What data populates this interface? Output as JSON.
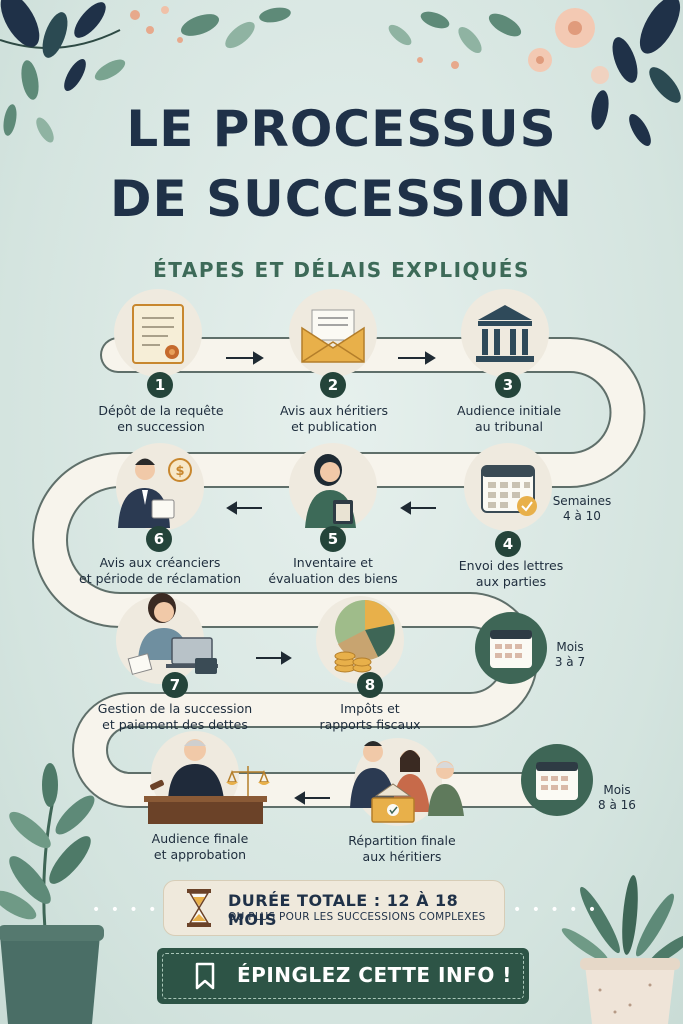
{
  "title_line1": "LE PROCESSUS",
  "title_line2": "DE SUCCESSION",
  "subtitle": "ÉTAPES ET DÉLAIS EXPLIQUÉS",
  "steps": [
    {
      "number": "1",
      "line1": "Dépôt de la requête",
      "line2": "en succession",
      "icon": "document-seal-icon"
    },
    {
      "number": "2",
      "line1": "Avis aux héritiers",
      "line2": "et publication",
      "icon": "envelope-letter-icon"
    },
    {
      "number": "3",
      "line1": "Audience initiale",
      "line2": "au tribunal",
      "icon": "courthouse-icon"
    },
    {
      "number": "4",
      "line1": "Envoi des lettres",
      "line2": "aux parties",
      "icon": "calendar-check-icon"
    },
    {
      "number": "5",
      "line1": "Inventaire et",
      "line2": "évaluation des biens",
      "icon": "woman-clipboard-icon"
    },
    {
      "number": "6",
      "line1": "Avis aux créanciers",
      "line2": "et période de réclamation",
      "icon": "man-money-icon"
    },
    {
      "number": "7",
      "line1": "Gestion de la succession",
      "line2": "et paiement des dettes",
      "icon": "woman-laptop-icon"
    },
    {
      "number": "8",
      "line1": "Impôts et",
      "line2": "rapports fiscaux",
      "icon": "pie-chart-coins-icon"
    },
    {
      "number": "",
      "line1": "Répartition finale",
      "line2": "aux héritiers",
      "icon": "family-house-icon"
    },
    {
      "number": "",
      "line1": "Audience finale",
      "line2": "et approbation",
      "icon": "judge-scales-icon"
    }
  ],
  "durations": [
    {
      "line1": "Semaines",
      "line2": "4 à 10"
    },
    {
      "line1": "Mois",
      "line2": "3 à 7"
    },
    {
      "line1": "Mois",
      "line2": "8 à 16"
    }
  ],
  "total": {
    "main": "DURÉE TOTALE : 12 À 18 MOIS",
    "sub": "OU PLUS POUR LES SUCCESSIONS COMPLEXES",
    "icon": "hourglass-icon"
  },
  "pin": {
    "label": "ÉPINGLEZ CETTE INFO !",
    "icon": "bookmark-icon"
  },
  "colors": {
    "navy": "#1f3148",
    "green": "#2d5446",
    "mint": "#d9e7e3",
    "path": "#f7f4ec",
    "gold": "#e8b04a"
  }
}
